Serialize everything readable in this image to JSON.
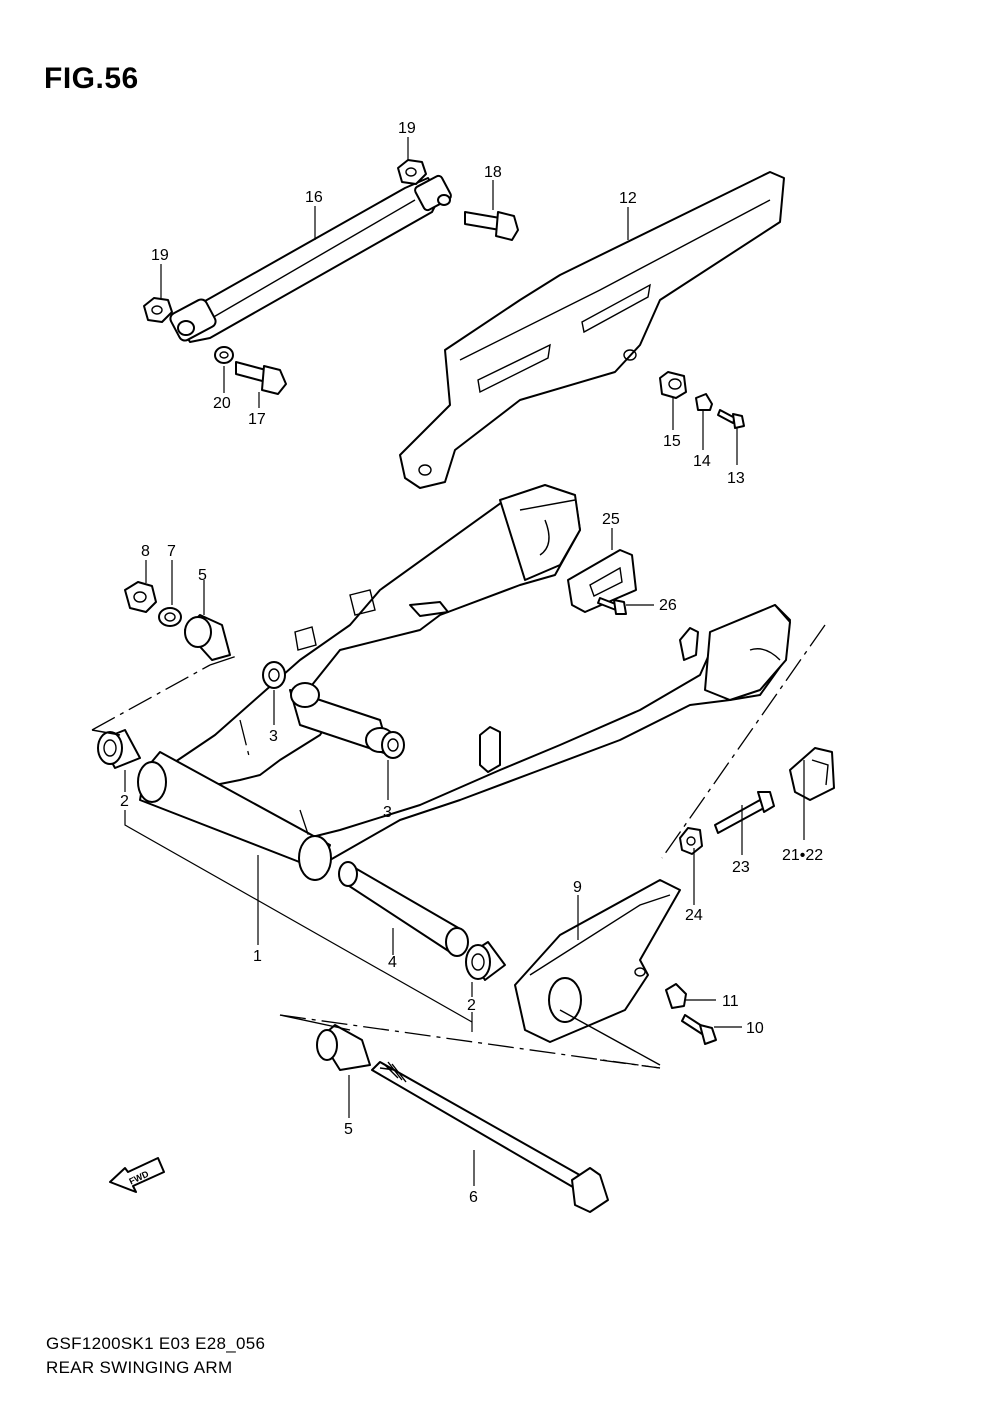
{
  "figure": {
    "title": "FIG.56"
  },
  "footer": {
    "code": "GSF1200SK1 E03 E28_056",
    "name": "REAR SWINGING ARM"
  },
  "fwd_label": "FWD",
  "callouts": {
    "c1": "1",
    "c2a": "2",
    "c2b": "2",
    "c3a": "3",
    "c3b": "3",
    "c4": "4",
    "c5a": "5",
    "c5b": "5",
    "c6": "6",
    "c7": "7",
    "c8": "8",
    "c9": "9",
    "c10": "10",
    "c11": "11",
    "c12": "12",
    "c13": "13",
    "c14": "14",
    "c15": "15",
    "c16": "16",
    "c17": "17",
    "c18": "18",
    "c19a": "19",
    "c19b": "19",
    "c20": "20",
    "c21_22": "21•22",
    "c23": "23",
    "c24": "24",
    "c25": "25",
    "c26": "26"
  }
}
